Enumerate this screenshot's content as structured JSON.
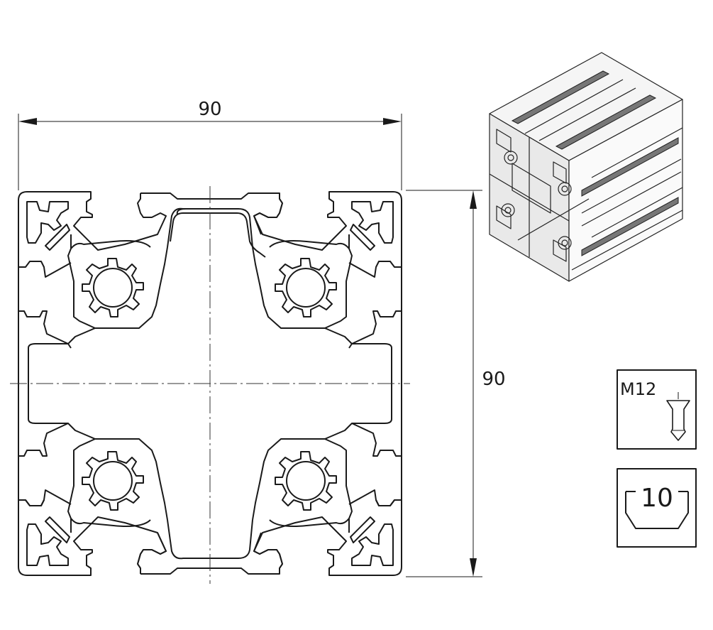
{
  "dimensions": {
    "width_label": "90",
    "height_label": "90"
  },
  "thread_box": {
    "label": "M12",
    "icon": "screw-icon"
  },
  "slot_box": {
    "label": "10",
    "icon": "slot-profile-icon"
  },
  "colors": {
    "line": "#1a1a1a",
    "background": "#ffffff"
  }
}
